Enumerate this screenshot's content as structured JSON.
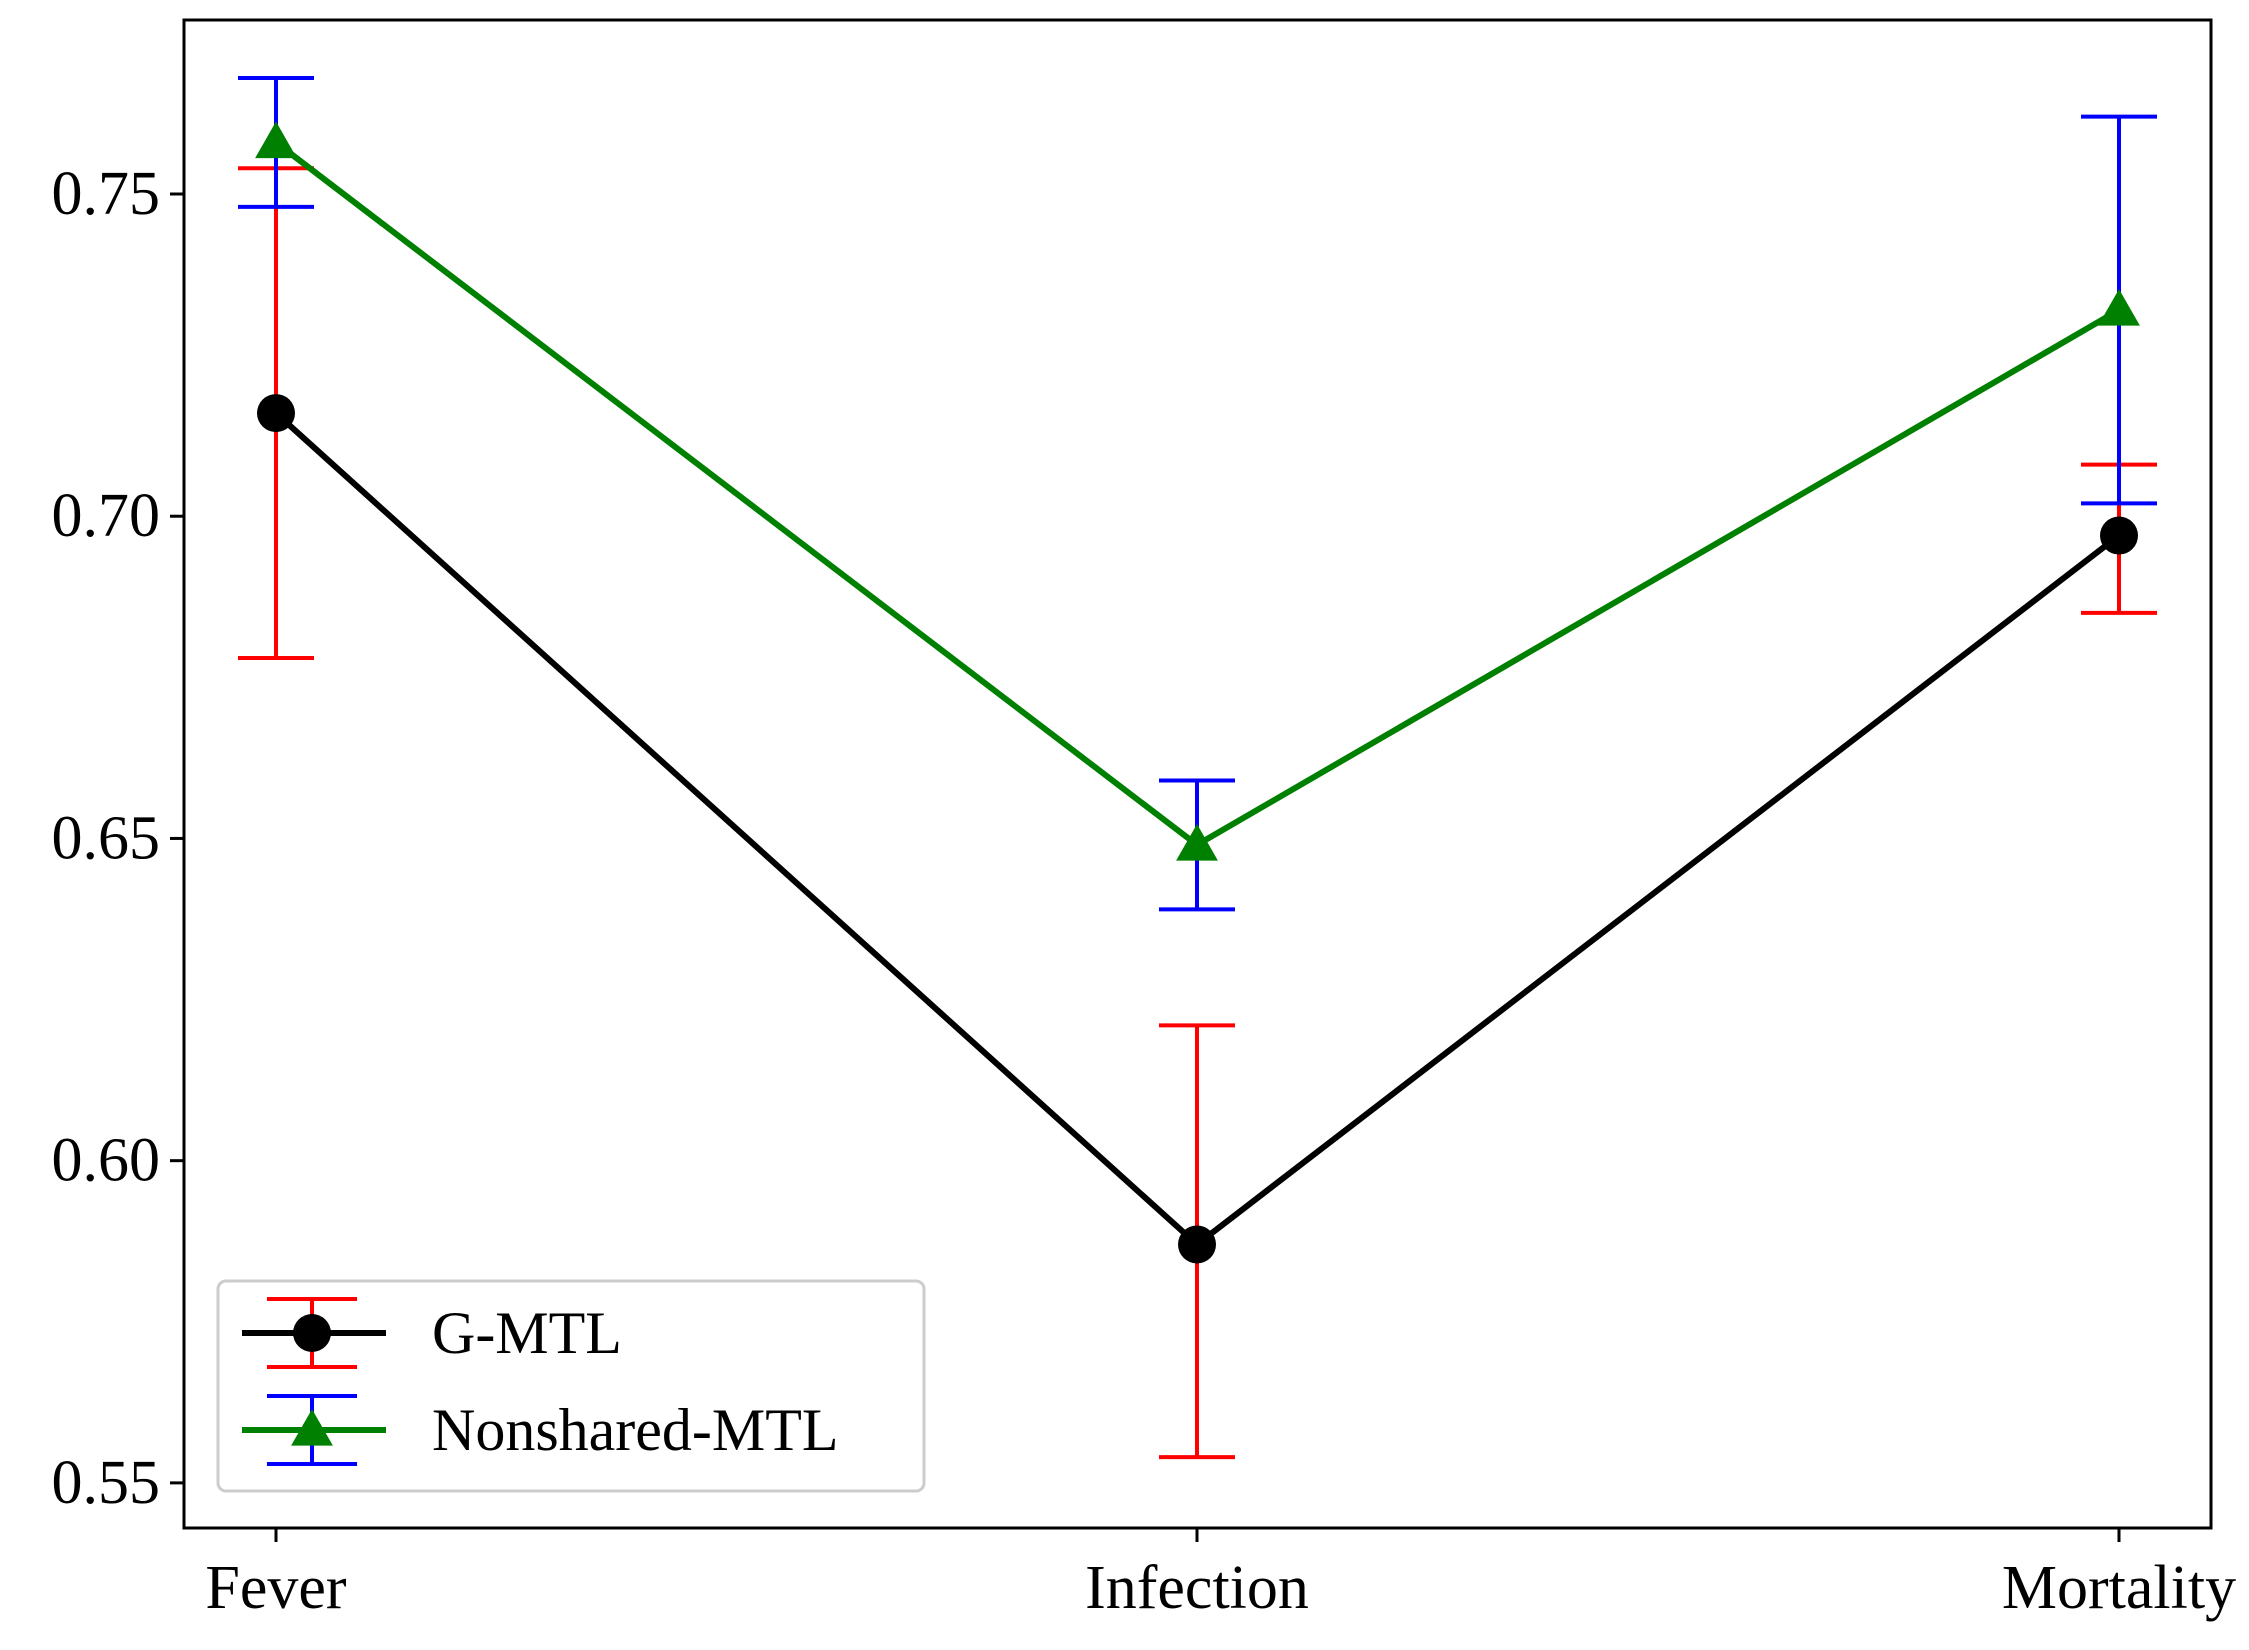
{
  "chart_data": {
    "type": "line",
    "categories": [
      "Fever",
      "Infection",
      "Mortality"
    ],
    "ylim": [
      0.543,
      0.777
    ],
    "yticks": [
      0.55,
      0.6,
      0.65,
      0.7,
      0.75
    ],
    "ytick_labels": [
      "0.55",
      "0.60",
      "0.65",
      "0.70",
      "0.75"
    ],
    "grid": false,
    "legend_position": "lower-left",
    "series": [
      {
        "name": "G-MTL",
        "values": [
          0.716,
          0.587,
          0.697
        ],
        "err_low": [
          0.678,
          0.554,
          0.685
        ],
        "err_high": [
          0.754,
          0.621,
          0.708
        ],
        "line_color": "#000000",
        "error_color": "#ff0000",
        "marker": "circle"
      },
      {
        "name": "Nonshared-MTL",
        "values": [
          0.758,
          0.649,
          0.732
        ],
        "err_low": [
          0.748,
          0.639,
          0.702
        ],
        "err_high": [
          0.768,
          0.659,
          0.762
        ],
        "line_color": "#008000",
        "error_color": "#0000ff",
        "marker": "triangle"
      }
    ]
  }
}
